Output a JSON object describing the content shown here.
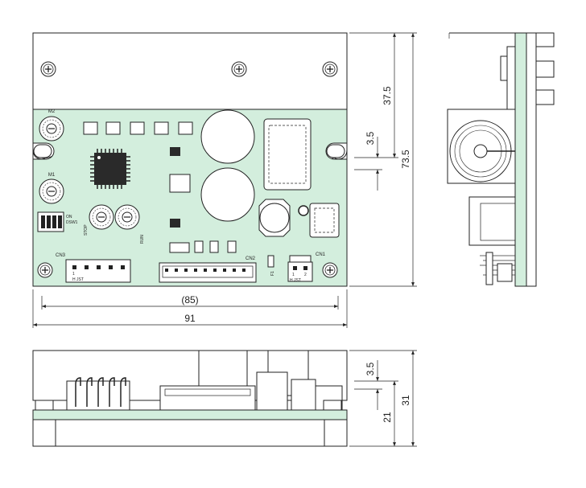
{
  "colors": {
    "pcb": "#d3eedd",
    "plate": "#ffffff",
    "line": "#222222",
    "chip": "#2a2a2a"
  },
  "pcb_labels": {
    "m2": "M2",
    "m1": "M1",
    "on": "ON",
    "dsw1": "DSW1",
    "stop": "STOP",
    "run": "RUN",
    "cn3": "CN3",
    "cn2": "CN2",
    "cn1": "CN1",
    "f1": "F1",
    "jst_left": "H  JST",
    "hjst": "H JST",
    "pin1_left": "1",
    "pin1_right": "1",
    "pin2_right": "2"
  },
  "dimensions": {
    "d_85": "(85)",
    "d_91": "91",
    "d_37_5": "37.5",
    "d_73_5": "73.5",
    "d_3_5_top": "3.5",
    "d_3_5_bottom": "3.5",
    "d_21": "21",
    "d_31": "31"
  },
  "icons": [
    "screw-head-icon",
    "rotary-switch-icon",
    "dip-switch-icon"
  ]
}
